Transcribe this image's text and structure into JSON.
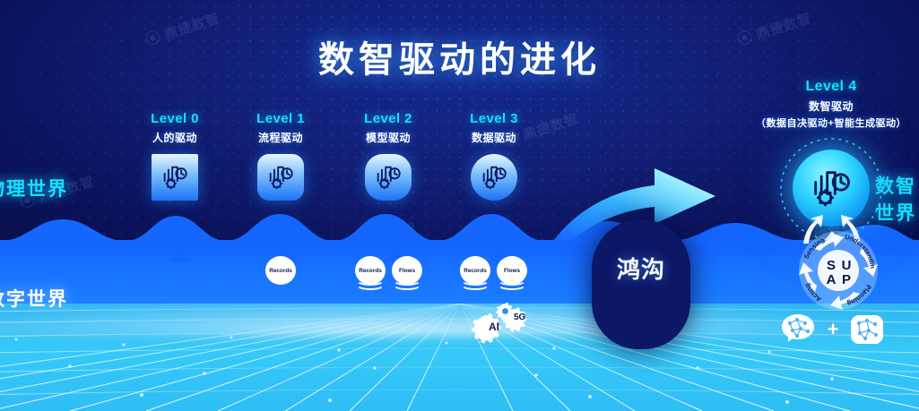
{
  "title": "数智驱动的进化",
  "brand_watermark": "鼎捷数智",
  "side_labels": {
    "physical_world": "物理世界",
    "digital_world": "数字世界",
    "intelligent_world": "数智世界"
  },
  "chasm": {
    "label": "鸿沟"
  },
  "levels": [
    {
      "id": "level-0",
      "name": "Level 0",
      "subtitle": "人的驱动",
      "icon": "factory-gear-clock-icon",
      "shape": "square",
      "databases": []
    },
    {
      "id": "level-1",
      "name": "Level 1",
      "subtitle": "流程驱动",
      "icon": "factory-gear-clock-icon",
      "shape": "rounded-square",
      "databases": [
        {
          "label": "Records"
        }
      ]
    },
    {
      "id": "level-2",
      "name": "Level 2",
      "subtitle": "模型驱动",
      "icon": "factory-gear-clock-icon",
      "shape": "squircle",
      "databases": [
        {
          "label": "Records"
        },
        {
          "label": "Flows"
        }
      ]
    },
    {
      "id": "level-3",
      "name": "Level 3",
      "subtitle": "数据驱动",
      "icon": "factory-gear-clock-icon",
      "shape": "circle",
      "databases": [
        {
          "label": "Records"
        },
        {
          "label": "Flows"
        }
      ],
      "tech_badges": [
        {
          "label": "AI"
        },
        {
          "label": "5G"
        }
      ]
    }
  ],
  "level4": {
    "name": "Level 4",
    "subtitle": "数智驱动",
    "detail": "（数据自决驱动+智能生成驱动）",
    "icon": "factory-gear-clock-icon"
  },
  "suap": {
    "letters": [
      "S",
      "U",
      "A",
      "P"
    ],
    "cycle": [
      {
        "label": "Sensing"
      },
      {
        "label": "Understanding"
      },
      {
        "label": "Planning"
      },
      {
        "label": "Acting"
      }
    ]
  },
  "ai_stack": {
    "plus": "+",
    "items": [
      {
        "icon": "brain-network-icon"
      },
      {
        "icon": "neural-network-chip-icon"
      }
    ]
  },
  "colors": {
    "bg_dark": "#0a1158",
    "accent_cyan": "#17e0ff",
    "digital_blue": "#1466ff",
    "grid_cyan": "#36c9f8",
    "white": "#ffffff"
  }
}
